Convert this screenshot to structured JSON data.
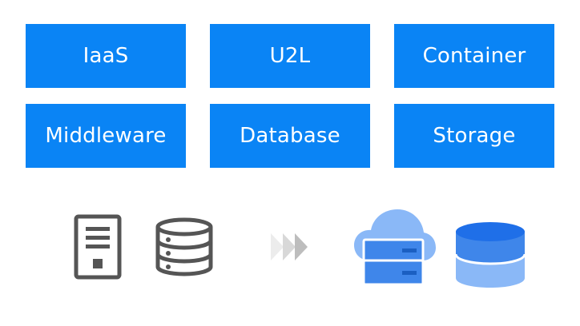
{
  "tiles": [
    {
      "label": "IaaS"
    },
    {
      "label": "U2L"
    },
    {
      "label": "Container"
    },
    {
      "label": "Middleware"
    },
    {
      "label": "Database"
    },
    {
      "label": "Storage"
    }
  ],
  "colors": {
    "tile": "#0a84f5",
    "icon_gray": "#555555",
    "arrow_gray": "#c8c8c8",
    "cloud_light": "#8ab8f7",
    "server_blue": "#3f86ea",
    "db_dark": "#1f6fe8",
    "db_light": "#8ab8f7"
  },
  "icons": {
    "legacy_server": "server-icon",
    "legacy_database": "database-icon",
    "migration_arrow": "triple-chevron-right-icon",
    "cloud_server": "cloud-server-icon",
    "cloud_database": "cloud-database-icon"
  }
}
